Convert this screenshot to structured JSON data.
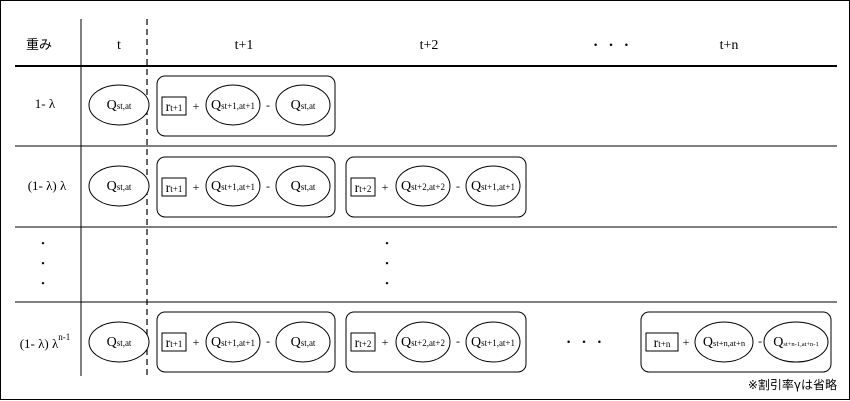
{
  "header": {
    "weight": "重み",
    "t": "t",
    "t1": "t+1",
    "t2": "t+2",
    "dots": "・ ・ ・",
    "tn": "t+n"
  },
  "rows": [
    {
      "weight": "1- λ"
    },
    {
      "weight": "(1- λ) λ"
    },
    {
      "weight": "・"
    },
    {
      "weight": "(1- λ) λ",
      "weight_sup": "n-1"
    }
  ],
  "terms": {
    "q_base": "Q",
    "q_st_at": "st,at",
    "q_st1_at1": "st+1,at+1",
    "q_st2_at2": "st+2,at+2",
    "q_stn_atn": "st+n,at+n",
    "q_stn1_atn1": "st+n-1,at+n-1",
    "r_base": "r",
    "r_t1": "t+1",
    "r_t2": "t+2",
    "r_tn": "t+n",
    "plus": "+",
    "minus": "-",
    "vdot": "・",
    "hdots": "・ ・ ・"
  },
  "footnote": "※割引率γは省略"
}
